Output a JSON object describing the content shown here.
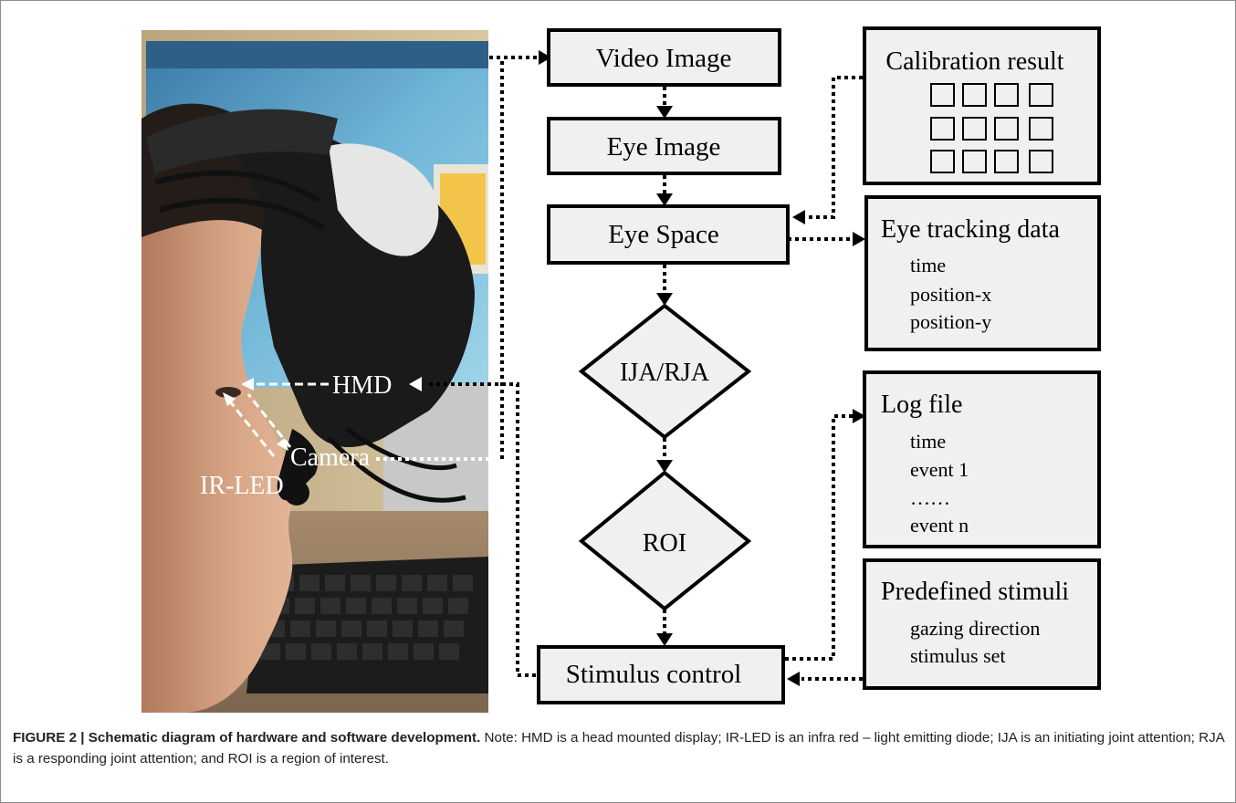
{
  "photo": {
    "description_labels": {
      "hmd": "HMD",
      "camera": "Camera",
      "ir_led": "IR-LED"
    }
  },
  "flow": {
    "video_image": "Video Image",
    "eye_image": "Eye Image",
    "eye_space": "Eye Space",
    "ija_rja": "IJA/RJA",
    "roi": "ROI",
    "stimulus_control": "Stimulus control"
  },
  "panels": {
    "calibration": {
      "title": "Calibration result"
    },
    "eye_tracking": {
      "title": "Eye tracking data",
      "items": [
        "time",
        "position-x",
        "position-y"
      ]
    },
    "log_file": {
      "title": "Log file",
      "items": [
        "time",
        "event 1",
        "……",
        "event n"
      ]
    },
    "predefined": {
      "title": "Predefined stimuli",
      "items": [
        "gazing direction",
        "stimulus set"
      ]
    }
  },
  "caption": {
    "label": "FIGURE 2 | Schematic diagram of hardware and software development.",
    "text": " Note: HMD is a head mounted display; IR-LED is an infra red – light emitting diode; IJA is an initiating joint attention; RJA is a responding joint attention; and ROI is a region of interest."
  },
  "colors": {
    "box_fill": "#f0f0f0",
    "stroke": "#000000"
  }
}
